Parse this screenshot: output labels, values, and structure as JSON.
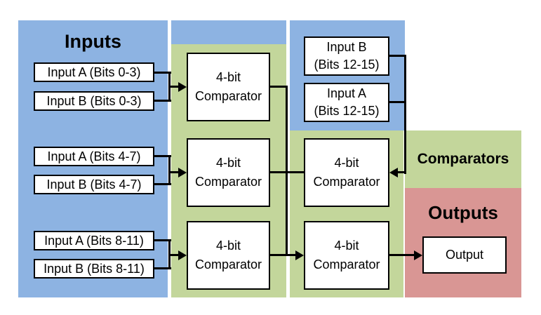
{
  "diagram": {
    "type": "block-diagram",
    "subject": "16-bit comparator built from cascaded 4-bit comparators",
    "regions": {
      "inputs": {
        "label": "Inputs",
        "color": "#8DB3E2"
      },
      "comparators": {
        "label": "Comparators",
        "color": "#C3D69B"
      },
      "outputs": {
        "label": "Outputs",
        "color": "#D99694"
      }
    },
    "input_boxes": [
      {
        "label": "Input A (Bits 0-3)"
      },
      {
        "label": "Input B (Bits 0-3)"
      },
      {
        "label": "Input A (Bits 4-7)"
      },
      {
        "label": "Input B (Bits 4-7)"
      },
      {
        "label": "Input A (Bits 8-11)"
      },
      {
        "label": "Input B (Bits 8-11)"
      }
    ],
    "input_boxes_two_line": [
      {
        "line1": "Input B",
        "line2": "(Bits 12-15)"
      },
      {
        "line1": "Input A",
        "line2": "(Bits 12-15)"
      }
    ],
    "comparator_box": {
      "line1": "4-bit",
      "line2": "Comparator"
    },
    "comparator_count": 5,
    "output_box": {
      "label": "Output"
    },
    "wire_color": "#000000",
    "box_fill": "#FFFFFF",
    "box_border_color": "#000000"
  }
}
